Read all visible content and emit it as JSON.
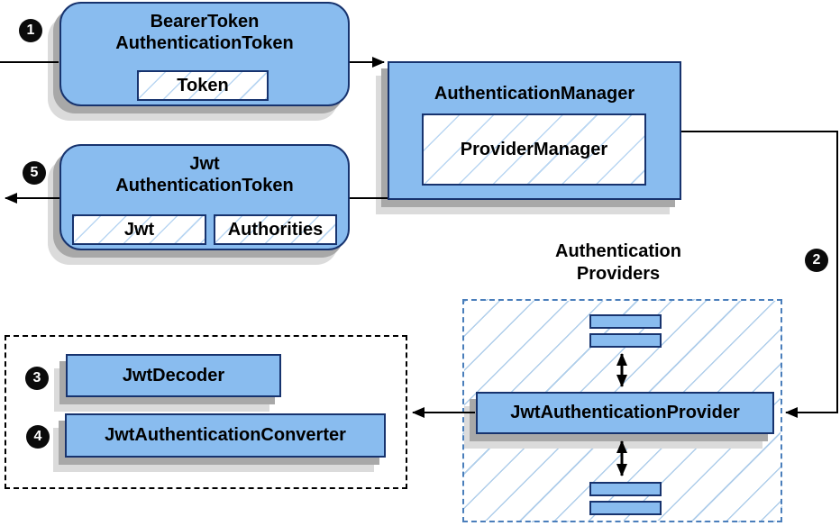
{
  "colors": {
    "node_fill": "#89BCEF",
    "node_border": "#17336E",
    "chip_hatch_line": "#B9D6F2",
    "providers_hatch_line": "#AECDEA",
    "providers_dashed_border": "#4A7EBB",
    "black_dashed_border": "#000000",
    "shadow_dark": "#A8A8A8",
    "shadow_light": "#DBDBDB",
    "arrow": "#000000",
    "badge_bg": "#0B0B0B",
    "badge_text": "#FFFFFF"
  },
  "badges": {
    "step1": "1",
    "step2": "2",
    "step3": "3",
    "step4": "4",
    "step5": "5"
  },
  "nodes": {
    "bearer_token": {
      "title_line1": "BearerToken",
      "title_line2": "AuthenticationToken",
      "chips": {
        "token": "Token"
      }
    },
    "authentication_manager": {
      "title": "AuthenticationManager",
      "chips": {
        "provider_manager": "ProviderManager"
      }
    },
    "jwt_authentication_token": {
      "title_line1": "Jwt",
      "title_line2": "AuthenticationToken",
      "chips": {
        "jwt": "Jwt",
        "authorities": "Authorities"
      }
    },
    "providers_group": {
      "title_line1": "Authentication",
      "title_line2": "Providers"
    },
    "jwt_authentication_provider": {
      "title": "JwtAuthenticationProvider"
    },
    "jwt_decoder": {
      "title": "JwtDecoder"
    },
    "jwt_authentication_converter": {
      "title": "JwtAuthenticationConverter"
    }
  }
}
